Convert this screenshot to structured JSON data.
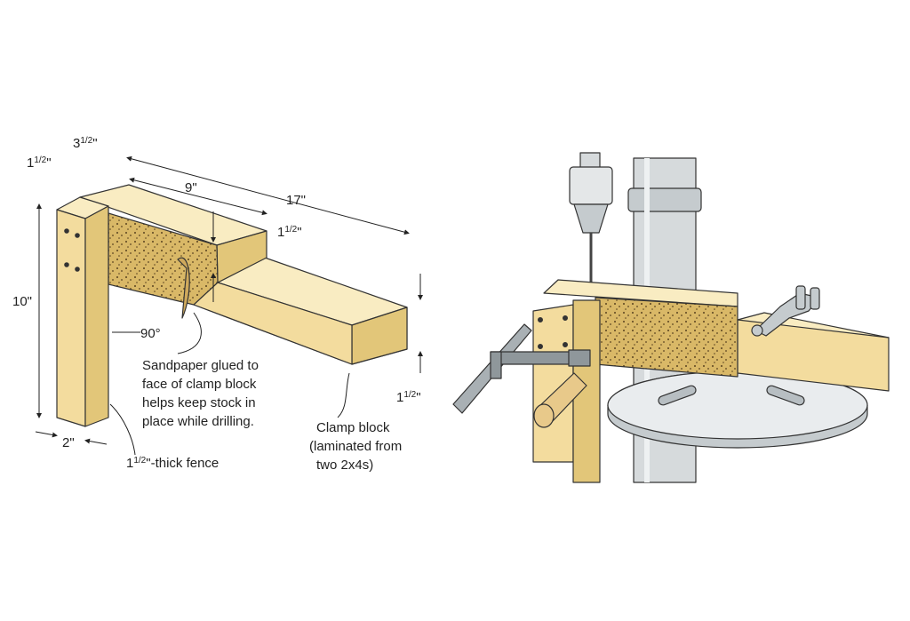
{
  "dimensions": {
    "top_left": {
      "whole": "1",
      "frac": "1/2",
      "unit": "\""
    },
    "top_depth": {
      "whole": "3",
      "frac": "1/2",
      "unit": "\""
    },
    "top_width": "9\"",
    "overall_length": "17\"",
    "step_height": {
      "whole": "1",
      "frac": "1/2",
      "unit": "\""
    },
    "fence_height": "10\"",
    "angle": "90°",
    "end_thickness": {
      "whole": "1",
      "frac": "1/2",
      "unit": "\""
    },
    "fence_width": "2\""
  },
  "callouts": {
    "sandpaper": [
      "Sandpaper glued to",
      "face of clamp block",
      "helps keep stock in",
      "place while drilling."
    ],
    "clamp_block": [
      "Clamp block",
      "(laminated from",
      "two 2x4s)"
    ],
    "fence": {
      "whole": "1",
      "frac": "1/2",
      "rest": "\"-thick fence"
    }
  },
  "colors": {
    "wood": "#f3dc9e",
    "wood_dark": "#e2c679",
    "wood_light": "#f9ecc2",
    "sandpaper": "#d9b867",
    "metal": "#d6dadc",
    "metal_dark": "#a9b0b4",
    "outline": "#333333",
    "handle": "#e8c98a"
  }
}
